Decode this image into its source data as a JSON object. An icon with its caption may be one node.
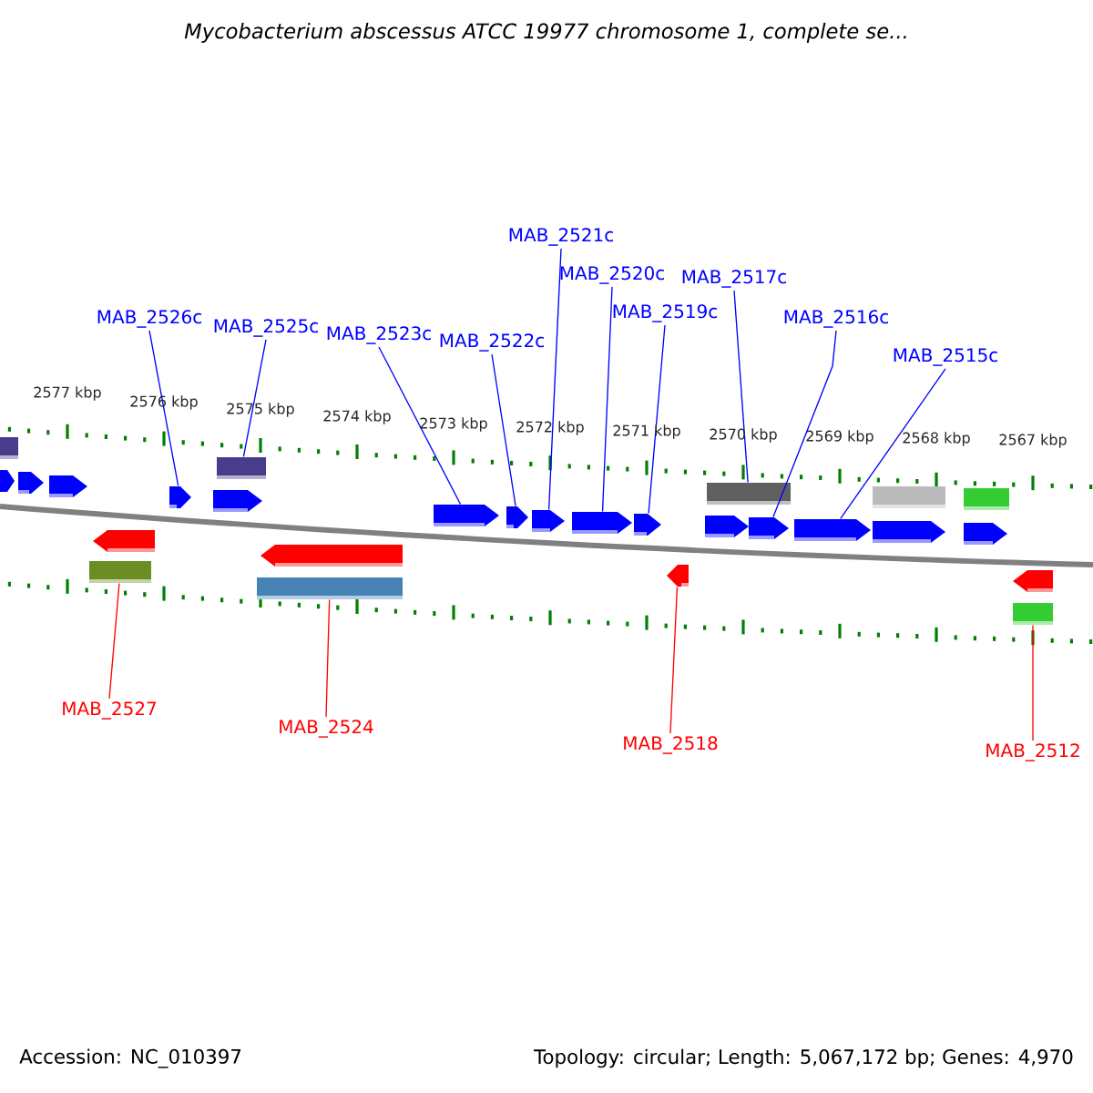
{
  "diagram": {
    "title": "Mycobacterium abscessus ATCC 19977 chromosome 1, complete se...",
    "nodes": [
      {
        "text": [
          "MAB_2526c"
        ]
      },
      {
        "text": [
          "MAB_2525c"
        ]
      },
      {
        "text": [
          "MAB_2523c"
        ]
      },
      {
        "text": [
          "MAB_2522c"
        ]
      },
      {
        "text": [
          "MAB_2521c"
        ]
      },
      {
        "text": [
          "MAB_2520c"
        ]
      },
      {
        "text": [
          "MAB_2519c"
        ]
      },
      {
        "text": [
          "MAB_2517c"
        ]
      },
      {
        "text": [
          "MAB_2516c"
        ]
      },
      {
        "text": [
          "MAB_2515c"
        ]
      },
      {
        "text": [
          "MAB_2527"
        ]
      },
      {
        "text": [
          "MAB_2524"
        ]
      },
      {
        "text": [
          "MAB_2518"
        ]
      },
      {
        "text": [
          "MAB_2512"
        ]
      },
      {
        "text": [],
        "shape": "pentagon"
      },
      {
        "text": [],
        "shape": "bar"
      },
      {
        "text": [],
        "shape": "pentagon"
      },
      {
        "text": [],
        "shape": "pentagon"
      },
      {
        "text": [],
        "shape": "pentagon"
      },
      {
        "text": [],
        "shape": "pentagon"
      },
      {
        "text": [],
        "shape": "pentagon"
      },
      {
        "text": [],
        "shape": "bar"
      },
      {
        "text": [],
        "shape": "pentagon"
      },
      {
        "text": [],
        "shape": "pentagon"
      },
      {
        "text": [],
        "shape": "bar"
      },
      {
        "text": [],
        "shape": "bar"
      },
      {
        "text": [],
        "shape": "pentagon"
      },
      {
        "text": [],
        "shape": "bar"
      },
      {
        "text": [],
        "shape": "pentagon"
      },
      {
        "text": [],
        "shape": "pentagon"
      },
      {
        "text": [],
        "shape": "pentagon"
      },
      {
        "text": [],
        "shape": "pentagon"
      },
      {
        "text": [],
        "shape": "pentagon"
      },
      {
        "text": [],
        "shape": "pentagon"
      },
      {
        "text": [],
        "shape": "pentagon"
      },
      {
        "text": [],
        "shape": "bar"
      },
      {
        "text": [],
        "shape": "bar"
      },
      {
        "text": [],
        "shape": "bar"
      },
      {
        "text": [],
        "shape": "pentagon"
      },
      {
        "text": [],
        "shape": "pentagon"
      },
      {
        "text": [],
        "shape": "pentagon"
      }
    ],
    "edges": [
      {
        "from": 0,
        "to": 14,
        "arrow": "none"
      },
      {
        "from": 1,
        "to": 15,
        "arrow": "none"
      },
      {
        "from": 2,
        "to": 16,
        "arrow": "none"
      },
      {
        "from": 3,
        "to": 17,
        "arrow": "none"
      },
      {
        "from": 4,
        "to": 18,
        "arrow": "none"
      },
      {
        "from": 5,
        "to": 19,
        "arrow": "none"
      },
      {
        "from": 6,
        "to": 20,
        "arrow": "none"
      },
      {
        "from": 7,
        "to": 21,
        "arrow": "none"
      },
      {
        "from": 8,
        "to": 22,
        "arrow": "none"
      },
      {
        "from": 9,
        "to": 23,
        "arrow": "none"
      },
      {
        "from": 10,
        "to": 24,
        "arrow": "none",
        "color": "#ff0000"
      },
      {
        "from": 11,
        "to": 25,
        "arrow": "none",
        "color": "#ff0000"
      },
      {
        "from": 12,
        "to": 26,
        "arrow": "none",
        "color": "#ff0000"
      },
      {
        "from": 13,
        "to": 27,
        "arrow": "none",
        "color": "#ff0000"
      }
    ],
    "labels": [
      "2577 kbp",
      "2576 kbp",
      "2575 kbp",
      "2574 kbp",
      "2573 kbp",
      "2572 kbp",
      "2571 kbp",
      "2570 kbp",
      "2569 kbp",
      "2568 kbp",
      "2567 kbp",
      "Accession: NC_010397",
      "Topology: circular; Length: 5,067,172 bp; Genes: 4,970"
    ]
  }
}
